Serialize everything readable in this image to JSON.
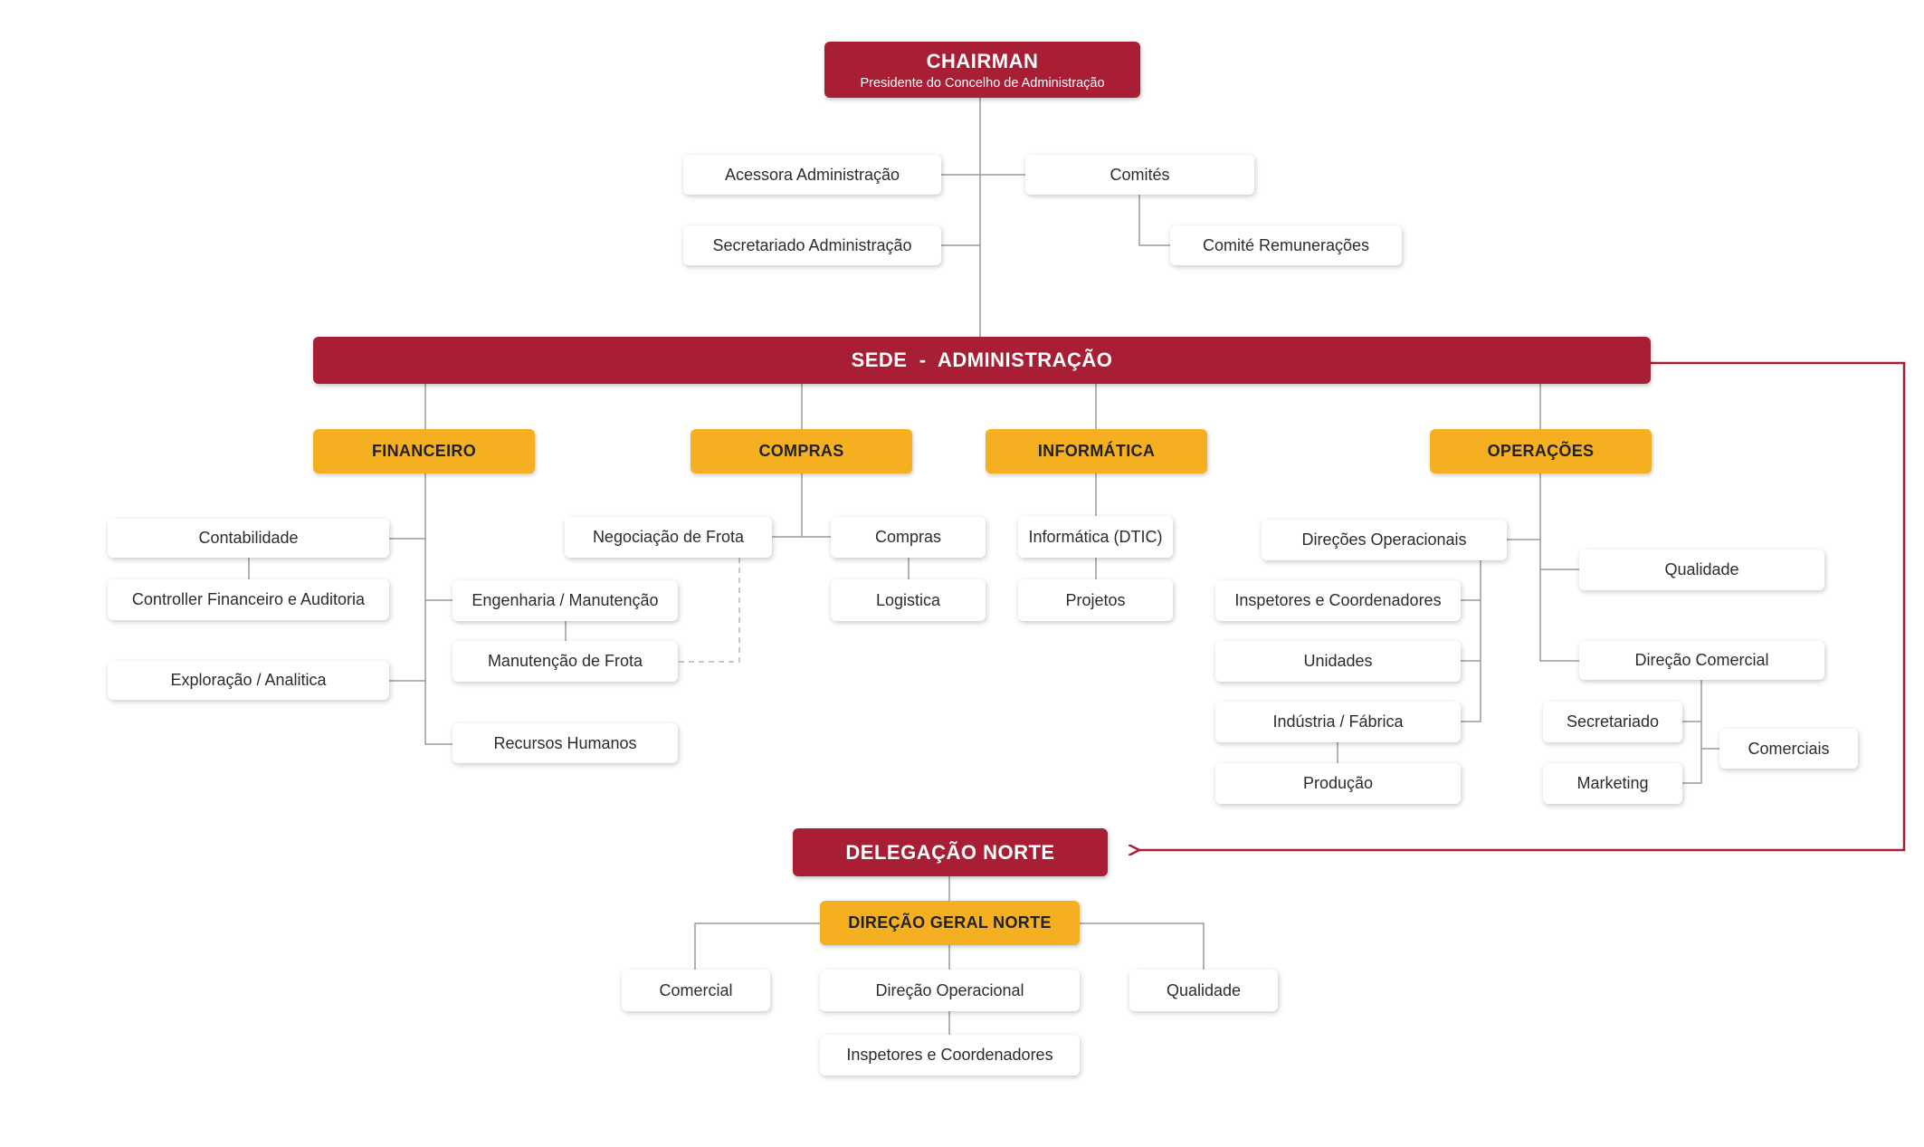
{
  "colors": {
    "primary_red": "#a81f35",
    "accent_yellow": "#f5b021",
    "line": "#9a9a9a"
  },
  "chairman": {
    "title": "CHAIRMAN",
    "subtitle": "Presidente do Concelho de Administração"
  },
  "board_units": {
    "acessora": "Acessora Administração",
    "secretariado": "Secretariado Administração",
    "comites": "Comités",
    "comite_remuneracoes": "Comité Remunerações"
  },
  "sede": {
    "title": "SEDE  -  ADMINISTRAÇÃO"
  },
  "departments": {
    "financeiro": {
      "title": "FINANCEIRO",
      "contabilidade": "Contabilidade",
      "controller": "Controller Financeiro e Auditoria",
      "exploracao": "Exploração / Analitica",
      "engenharia": "Engenharia / Manutenção",
      "manutencao_frota": "Manutenção de Frota",
      "recursos_humanos": "Recursos Humanos"
    },
    "compras": {
      "title": "COMPRAS",
      "negociacao": "Negociação de Frota",
      "compras": "Compras",
      "logistica": "Logistica"
    },
    "informatica": {
      "title": "INFORMÁTICA",
      "dtic": "Informática (DTIC)",
      "projetos": "Projetos"
    },
    "operacoes": {
      "title": "OPERAÇÕES",
      "direcoes_operacionais": "Direções Operacionais",
      "inspetores": "Inspetores e Coordenadores",
      "unidades": "Unidades",
      "industria": "Indústria / Fábrica",
      "producao": "Produção",
      "qualidade": "Qualidade",
      "direcao_comercial": "Direção Comercial",
      "secretariado": "Secretariado",
      "marketing": "Marketing",
      "comerciais": "Comerciais"
    }
  },
  "delegacao": {
    "title": "DELEGAÇÃO NORTE",
    "direcao_geral": "DIREÇÃO GERAL NORTE",
    "comercial": "Comercial",
    "direcao_operacional": "Direção Operacional",
    "qualidade": "Qualidade",
    "inspetores": "Inspetores e Coordenadores"
  }
}
